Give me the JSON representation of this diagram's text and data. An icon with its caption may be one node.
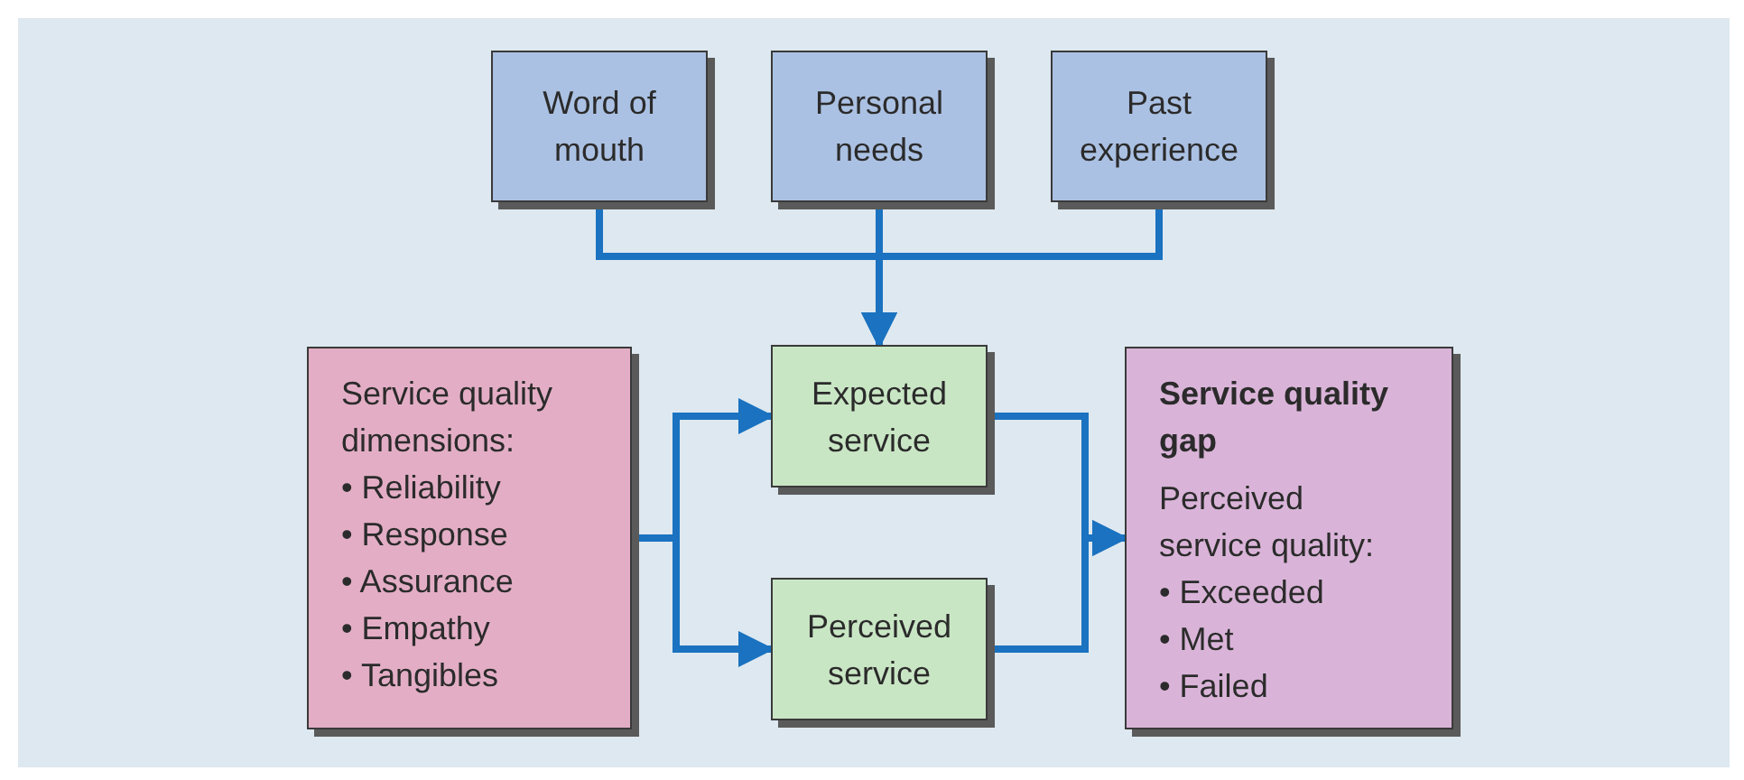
{
  "diagram": {
    "nodes": [
      {
        "text": [
          "Word of mouth"
        ]
      },
      {
        "text": [
          "Personal needs"
        ]
      },
      {
        "text": [
          "Past experience"
        ]
      },
      {
        "text": [
          "Service quality dimensions:",
          "• Reliability",
          "• Response",
          "• Assurance",
          "• Empathy",
          "• Tangibles"
        ]
      },
      {
        "text": [
          "Expected service"
        ]
      },
      {
        "text": [
          "Perceived service"
        ]
      },
      {
        "text": [
          "Service quality gap",
          "Perceived service quality:",
          "• Exceeded",
          "• Met",
          "• Failed"
        ]
      }
    ],
    "edges": [
      {
        "from": 0,
        "to": 4,
        "arrow": "to"
      },
      {
        "from": 1,
        "to": 4,
        "arrow": "to"
      },
      {
        "from": 2,
        "to": 4,
        "arrow": "to"
      },
      {
        "from": 3,
        "to": 4,
        "arrow": "to"
      },
      {
        "from": 3,
        "to": 5,
        "arrow": "to"
      },
      {
        "from": 4,
        "to": 6,
        "arrow": "to"
      },
      {
        "from": 5,
        "to": 6,
        "arrow": "to"
      }
    ]
  }
}
